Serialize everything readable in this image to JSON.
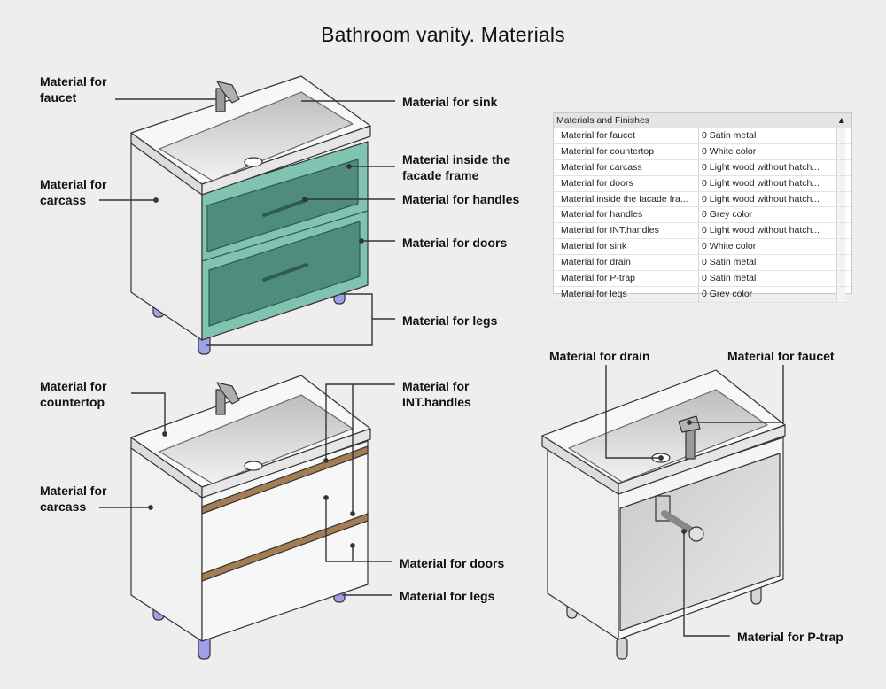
{
  "title": "Bathroom vanity. Materials",
  "labels": {
    "faucet_top": "Material for faucet",
    "sink": "Material for sink",
    "carcass_top": "Material for carcass",
    "facade_frame": "Material inside the facade frame",
    "handles": "Material for handles",
    "doors_top": "Material for doors",
    "legs_top": "Material for legs",
    "countertop": "Material for countertop",
    "int_handles": "Material for INT.handles",
    "carcass_bottom": "Material for carcass",
    "doors_bottom": "Material for doors",
    "legs_bottom": "Material for legs",
    "drain": "Material for drain",
    "faucet_right": "Material for faucet",
    "ptrap": "Material for P-trap"
  },
  "properties": {
    "header": "Materials and Finishes",
    "rows": [
      {
        "name": "Material for faucet",
        "value": "0 Satin metal"
      },
      {
        "name": "Material for countertop",
        "value": "0 White color"
      },
      {
        "name": "Material for carcass",
        "value": "0 Light wood without hatch..."
      },
      {
        "name": "Material for doors",
        "value": "0 Light wood without hatch..."
      },
      {
        "name": "Material inside the facade fra...",
        "value": "0 Light wood without hatch..."
      },
      {
        "name": "Material for handles",
        "value": "0 Grey color"
      },
      {
        "name": "Material for INT.handles",
        "value": "0 Light wood without hatch..."
      },
      {
        "name": "Material for sink",
        "value": "0 White color"
      },
      {
        "name": "Material for drain",
        "value": "0 Satin metal"
      },
      {
        "name": "Material for P-trap",
        "value": "0 Satin metal"
      },
      {
        "name": "Material for legs",
        "value": "0 Grey color"
      }
    ]
  }
}
